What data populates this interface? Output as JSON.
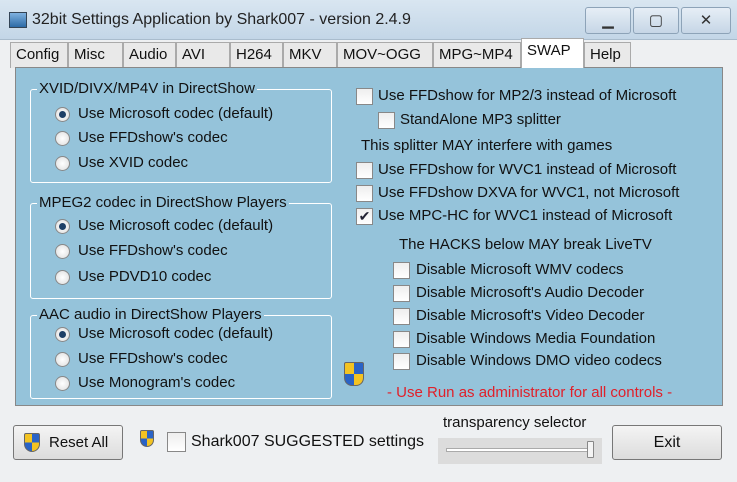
{
  "window": {
    "title": "32bit Settings Application by Shark007 - version 2.4.9",
    "minimize": "▁",
    "maximize": "▢",
    "close": "✕"
  },
  "tabs": [
    "Config",
    "Misc",
    "Audio",
    "AVI",
    "H264",
    "MKV",
    "MOV~OGG",
    "MPG~MP4",
    "SWAP",
    "Help"
  ],
  "active_tab": "SWAP",
  "groups": [
    {
      "title": "XVID/DIVX/MP4V in DirectShow",
      "options": [
        "Use Microsoft codec (default)",
        "Use FFDshow's codec",
        "Use XVID codec"
      ],
      "selected": 0
    },
    {
      "title": "MPEG2 codec in DirectShow Players",
      "options": [
        "Use Microsoft codec (default)",
        "Use FFDshow's codec",
        "Use PDVD10 codec"
      ],
      "selected": 0
    },
    {
      "title": "AAC audio in DirectShow Players",
      "options": [
        "Use Microsoft codec (default)",
        "Use FFDshow's codec",
        "Use Monogram's codec"
      ],
      "selected": 0
    }
  ],
  "right": {
    "mp23": {
      "label": "Use FFDshow for MP2/3 instead of Microsoft",
      "checked": false
    },
    "standalone": {
      "label": "StandAlone MP3 splitter",
      "checked": false
    },
    "splitter_note": "This splitter MAY interfere with games",
    "wvc1_ffd": {
      "label": "Use FFDshow for WVC1 instead of Microsoft",
      "checked": false
    },
    "wvc1_dxva": {
      "label": "Use FFDshow DXVA for WVC1, not Microsoft",
      "checked": false
    },
    "wvc1_mpc": {
      "label": "Use MPC-HC for WVC1 instead of Microsoft",
      "checked": true
    },
    "hacks_note": "The HACKS below MAY break LiveTV",
    "hacks": [
      "Disable Microsoft WMV codecs",
      "Disable Microsoft's Audio Decoder",
      "Disable Microsoft's Video Decoder",
      "Disable Windows Media Foundation",
      "Disable Windows DMO video codecs"
    ],
    "admin_note": "- Use Run as administrator for all controls -",
    "check_mark": "✔"
  },
  "bottom": {
    "reset": "Reset All",
    "suggested": "Shark007 SUGGESTED settings",
    "transparency_label": "transparency selector",
    "transparency_value": 100,
    "exit": "Exit"
  },
  "colors": {
    "panel": "#95c3da",
    "admin_note": "#e0202a"
  }
}
